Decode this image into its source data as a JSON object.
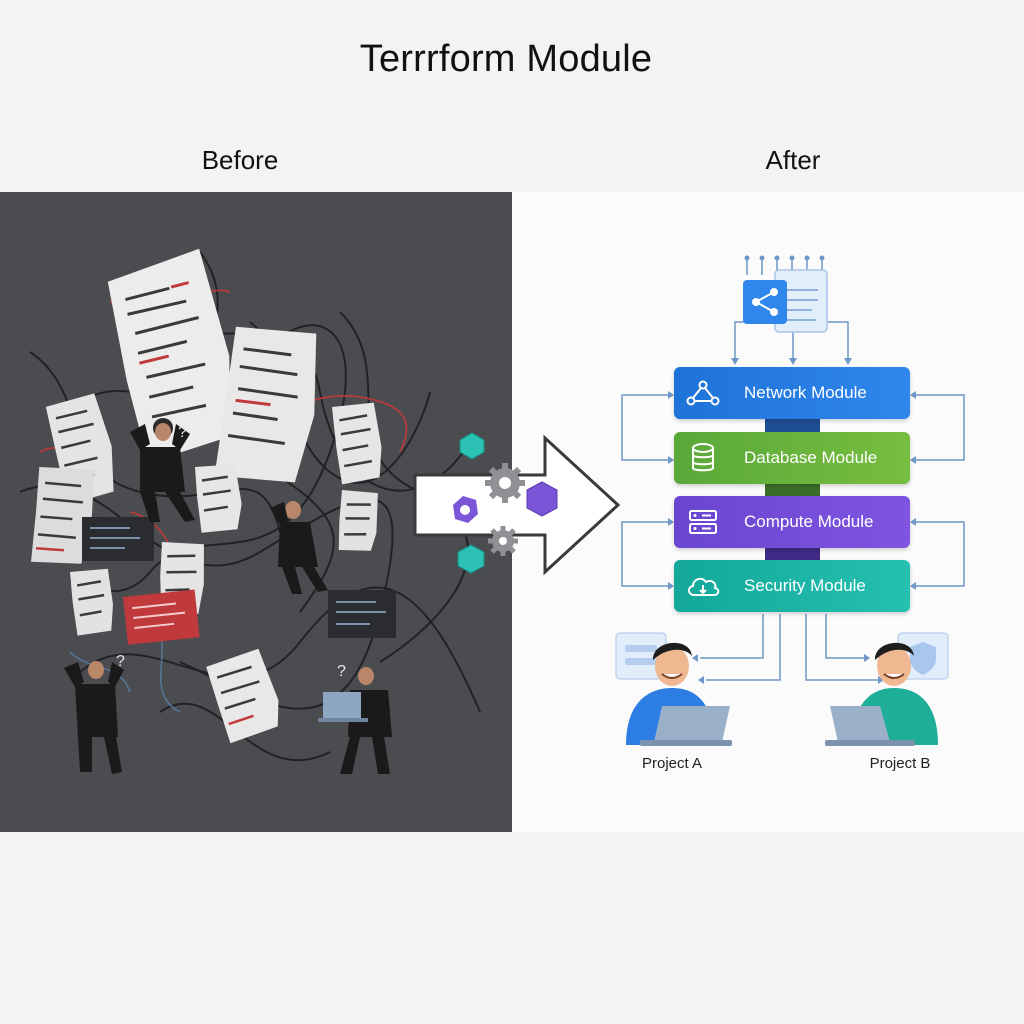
{
  "title": "Terrrform Module",
  "panels": {
    "before_label": "Before",
    "after_label": "After"
  },
  "modules": [
    {
      "label": "Network Module",
      "icon": "network-icon",
      "color": "#1e73d8"
    },
    {
      "label": "Database Module",
      "icon": "database-icon",
      "color": "#5aa83a"
    },
    {
      "label": "Compute Module",
      "icon": "server-icon",
      "color": "#6a45cf"
    },
    {
      "label": "Security Module",
      "icon": "cloud-icon",
      "color": "#13a89a"
    }
  ],
  "projects": [
    {
      "label": "Project A"
    },
    {
      "label": "Project B"
    }
  ],
  "colors": {
    "before_background": "#4b4c4f",
    "after_background": "#fbfbfb",
    "connector": "#6f97c8",
    "error_red": "#c0393b"
  }
}
